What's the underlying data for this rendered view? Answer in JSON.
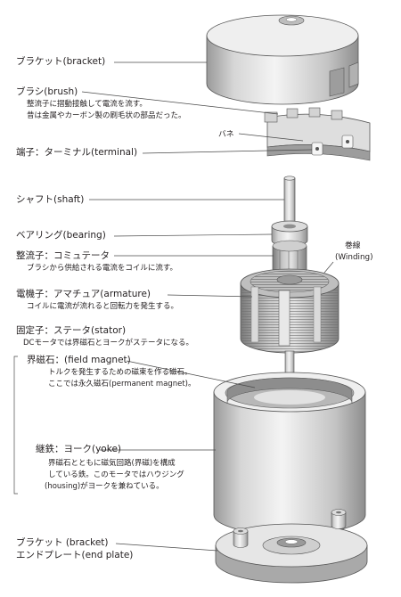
{
  "labels": {
    "bracket_top": "ブラケット(bracket)",
    "brush": "ブラシ(brush)",
    "brush_desc1": "整流子に摺動接触して電流を流す。",
    "brush_desc2": "昔は金属やカーボン製の刷毛状の部品だった。",
    "spring": "バネ",
    "terminal": "端子：ターミナル(terminal)",
    "shaft": "シャフト(shaft)",
    "bearing": "ベアリング(bearing)",
    "commutator": "整流子：コミュテータ",
    "commutator_desc": "ブラシから供給される電流をコイルに流す。",
    "winding": "巻線",
    "winding_en": "(Winding)",
    "armature": "電機子：アマチュア(armature)",
    "armature_desc": "コイルに電流が流れると回転力を発生する。",
    "stator": "固定子：ステータ(stator)",
    "stator_desc": "DCモータでは界磁石とヨークがステータになる。",
    "field_magnet": "界磁石：(field magnet)",
    "field_magnet_desc1": "トルクを発生するための磁束を作る磁石。",
    "field_magnet_desc2": "ここでは永久磁石(permanent magnet)。",
    "yoke": "継鉄：ヨーク(yoke)",
    "yoke_desc1": "界磁石とともに磁気回路(界磁)を構成",
    "yoke_desc2": "している鉄。このモータではハウジング",
    "yoke_desc3": "(housing)がヨークを兼ねている。",
    "bracket_bottom": "ブラケット (bracket)",
    "end_plate": "エンドプレート(end plate)"
  },
  "colors": {
    "line": "#4a4a4a",
    "metal_light": "#ececec",
    "metal_mid": "#c8c8c8",
    "metal_dark": "#8c8c8c"
  }
}
